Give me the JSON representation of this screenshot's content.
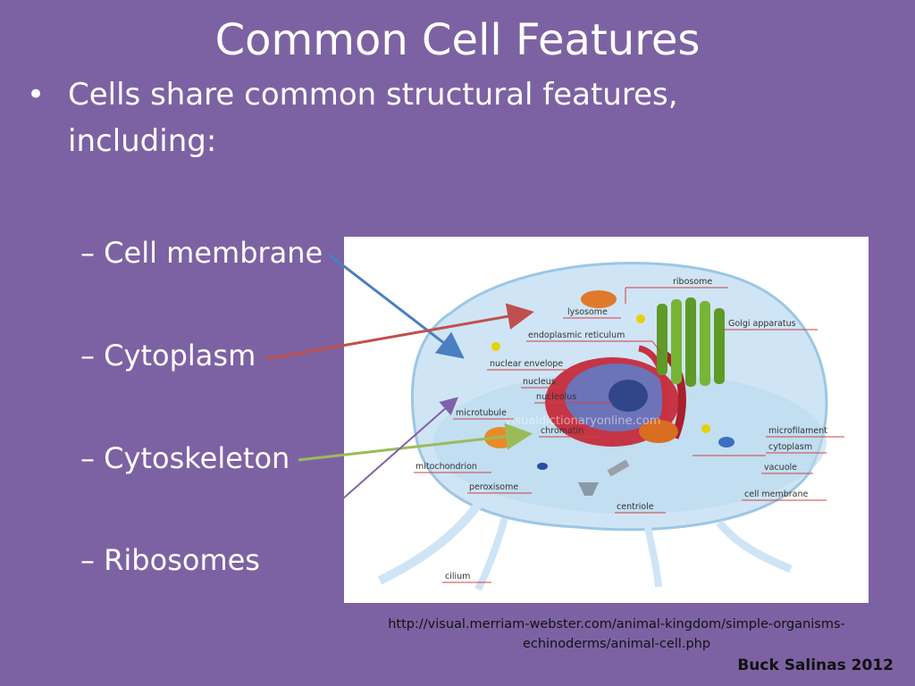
{
  "slide": {
    "title": "Common Cell Features",
    "bullet": "Cells share common structural features, including:",
    "bullet_marker": "•",
    "subitems": [
      "– Cell membrane",
      "– Cytoplasm",
      "– Cytoskeleton",
      "– Ribosomes"
    ],
    "source_url": "http://visual.merriam-webster.com/animal-kingdom/simple-organisms-echinoderms/animal-cell.php",
    "credit": "Buck Salinas 2012"
  },
  "diagram": {
    "labels": {
      "ribosome": "ribosome",
      "lysosome": "lysosome",
      "golgi": "Golgi apparatus",
      "er": "endoplasmic reticulum",
      "nuclear_envelope": "nuclear envelope",
      "nucleus": "nucleus",
      "nucleolus": "nucleolus",
      "microtubule": "microtubule",
      "chromatin": "chromatin",
      "microfilament": "microfilament",
      "cytoplasm": "cytoplasm",
      "mitochondrion": "mitochondrion",
      "vacuole": "vacuole",
      "peroxisome": "peroxisome",
      "cell_membrane": "cell membrane",
      "centriole": "centriole",
      "cilium": "cilium"
    },
    "watermark": "visualdictionaryonline.com"
  },
  "colors": {
    "background": "#7d62a3",
    "arrow_cell_membrane": "#4a7fc0",
    "arrow_cytoplasm": "#c0504d",
    "arrow_cytoskeleton": "#9bbb59",
    "arrow_ribosomes": "#7f62a8",
    "label_line": "#d04040"
  }
}
